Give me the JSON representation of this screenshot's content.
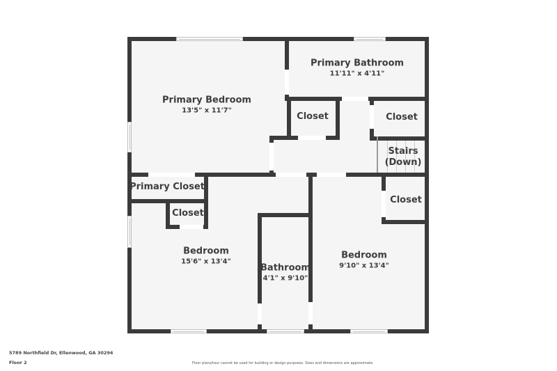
{
  "floor_plan": {
    "rooms": [
      {
        "id": "primary-bedroom",
        "name": "Primary Bedroom",
        "dimensions": "13'5\" x 11'7\""
      },
      {
        "id": "primary-bathroom",
        "name": "Primary Bathroom",
        "dimensions": "11'11\" x 4'11\""
      },
      {
        "id": "closet-upper-middle",
        "name": "Closet",
        "dimensions": ""
      },
      {
        "id": "closet-upper-right",
        "name": "Closet",
        "dimensions": ""
      },
      {
        "id": "stairs",
        "name": "Stairs",
        "sub": "(Down)"
      },
      {
        "id": "primary-closet",
        "name": "Primary Closet",
        "dimensions": ""
      },
      {
        "id": "closet-small-left",
        "name": "Closet",
        "dimensions": ""
      },
      {
        "id": "closet-lower-right",
        "name": "Closet",
        "dimensions": ""
      },
      {
        "id": "bedroom-left",
        "name": "Bedroom",
        "dimensions": "15'6\" x 13'4\""
      },
      {
        "id": "bathroom",
        "name": "Bathroom",
        "dimensions": "4'1\" x 9'10\""
      },
      {
        "id": "bedroom-right",
        "name": "Bedroom",
        "dimensions": "9'10\" x 13'4\""
      }
    ]
  },
  "footer": {
    "address": "5789 Northfield Dr, Ellenwood, GA 30294",
    "floor": "Floor 2",
    "disclaimer": "Floor plans/tour cannot be used for building or design purposes. Sizes and dimensions are approximate."
  }
}
